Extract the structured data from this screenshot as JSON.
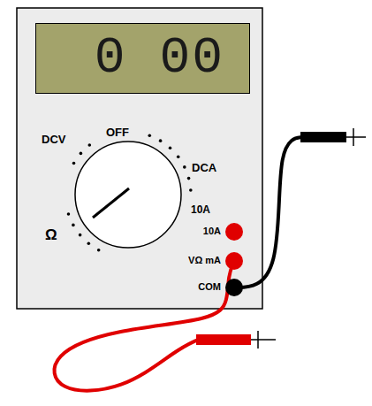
{
  "diagram": {
    "nodes": [
      {
        "text": [
          "0 00"
        ]
      }
    ],
    "labels": [
      "OFF",
      "DCV",
      "DCA",
      "10A",
      "Ω",
      "10A",
      "VΩ mA",
      "COM"
    ]
  }
}
